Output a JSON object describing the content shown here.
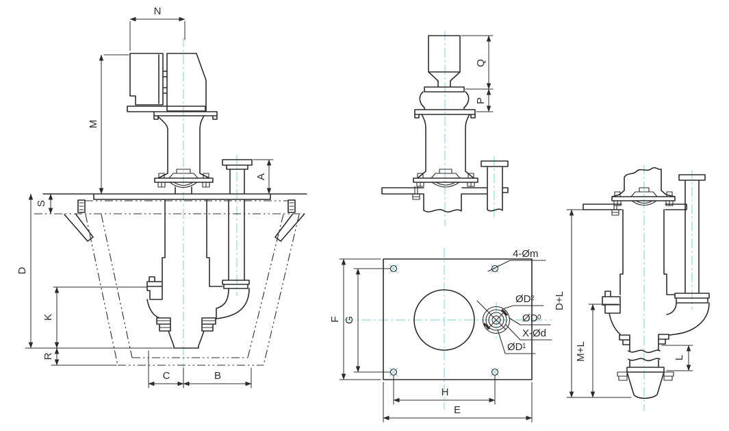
{
  "colors": {
    "line": "#2b2b2b",
    "centerline": "#99d5d5",
    "background": "#ffffff"
  },
  "views": {
    "front": {
      "dims": {
        "N": "N",
        "M": "M",
        "A": "A",
        "S": "S",
        "D": "D",
        "K": "K",
        "R": "R",
        "C": "C",
        "B": "B"
      }
    },
    "side": {
      "dims": {
        "Q": "Q",
        "P": "P"
      }
    },
    "plan": {
      "dims": {
        "F": "F",
        "G": "G",
        "H": "H",
        "E": "E"
      },
      "callouts": {
        "bolt_holes": "4-Øm",
        "d2_prefix": "ØD",
        "d2_sub": "2",
        "d0_prefix": "ØD",
        "d0_sub": "0",
        "x_bolt_circle": "X-Ød",
        "d1_prefix": "ØD",
        "d1_sub": "1"
      }
    },
    "extended": {
      "dims": {
        "DL": "D+L",
        "ML": "M+L",
        "L": "L"
      }
    }
  }
}
